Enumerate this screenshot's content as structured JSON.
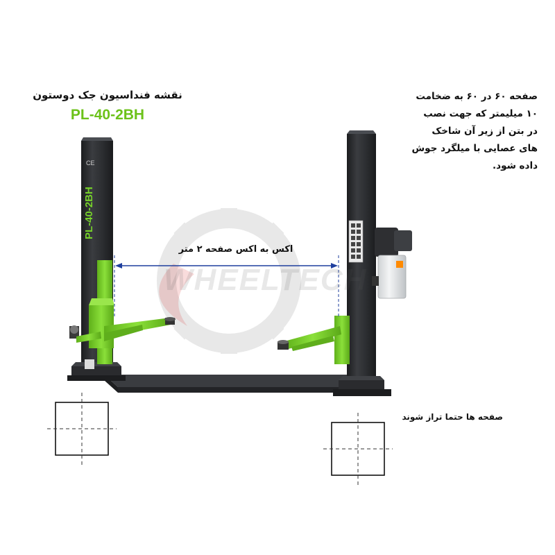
{
  "diagram": {
    "title": "نقشه فنداسیون جک دوستون",
    "model": "PL-40-2BH",
    "column_model_label": "PL-40-2BH",
    "ce_mark": "CE",
    "note_plate_lines": [
      "صفحه ۶۰ در ۶۰ به ضخامت",
      "۱۰ میلیمتر که جهت نصب",
      "در بتن از زیر آن شاخک",
      "های عصایی با میلگرد جوش",
      "داده شود."
    ],
    "dimension_label": "اکس به اکس صفحه ۲ متر",
    "note_level": "صفحه ها حتما تراز شوند",
    "watermark": "WHEELTECH"
  },
  "colors": {
    "accent_green": "#76d12a",
    "column_dark": "#2b2d30",
    "dimension_blue": "#1f3f9e",
    "text": "#111111"
  },
  "icons": [
    "gear-icon",
    "swoosh-icon"
  ]
}
